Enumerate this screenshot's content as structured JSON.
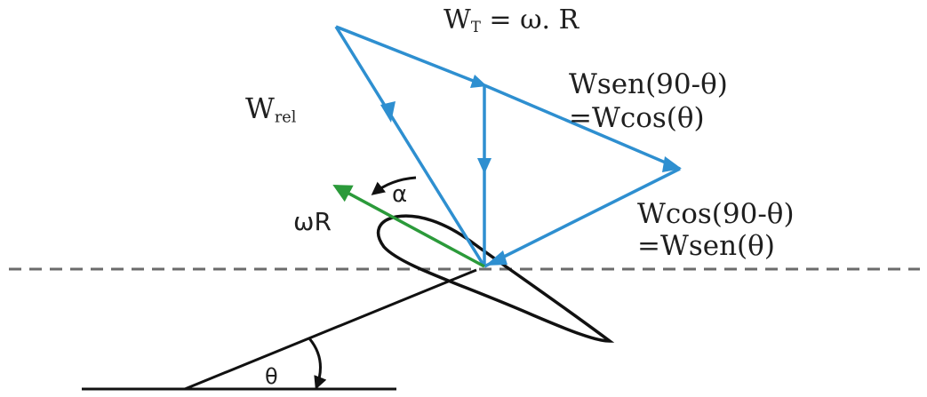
{
  "diagram": {
    "labels": {
      "wt_main": "W",
      "wt_sub": "T",
      "wt_rest": " = ω. R",
      "wrel_main": "W",
      "wrel_sub": "rel",
      "wsen_line1": "Wsen(90-θ)",
      "wsen_line2": "=Wcos(θ)",
      "wcos_line1": "Wcos(90-θ)",
      "wcos_line2": "=Wsen(θ)",
      "omega_r": "ωR",
      "alpha": "α",
      "theta": "θ"
    },
    "colors": {
      "vector_blue": "#2e8fd0",
      "omega_r_green": "#2b9a3a",
      "airfoil_black": "#111111",
      "reference_dashed": "#6b6b6b"
    }
  }
}
